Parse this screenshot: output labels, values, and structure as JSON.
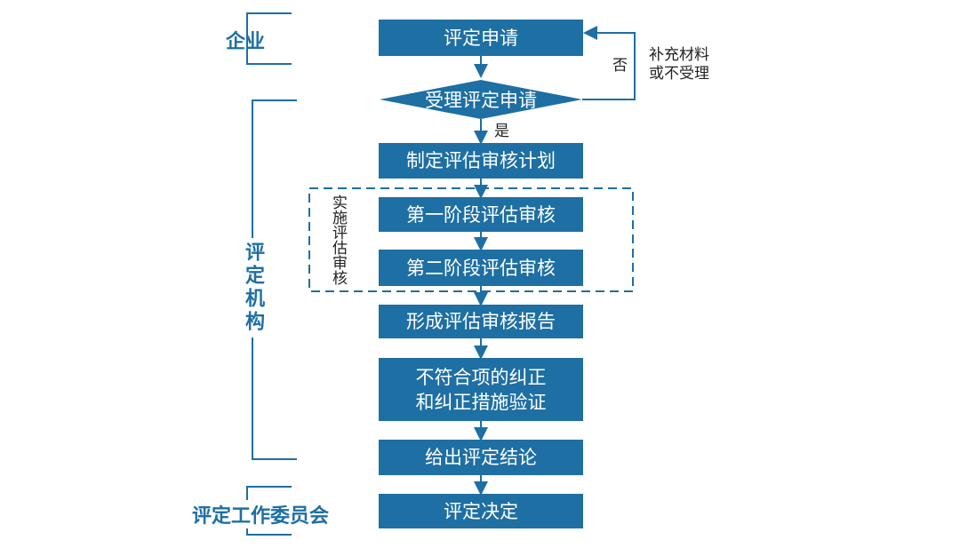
{
  "groups": {
    "enterprise": "企业",
    "agency": "评定机构",
    "committee": "评定工作委员会"
  },
  "steps": {
    "apply": "评定申请",
    "accept": "受理评定申请",
    "plan": "制定评估审核计划",
    "stage1": "第一阶段评估审核",
    "stage2": "第二阶段评估审核",
    "report": "形成评估审核报告",
    "correction_line1": "不符合项的纠正",
    "correction_line2": "和纠正措施验证",
    "conclusion": "给出评定结论",
    "decision": "评定决定"
  },
  "branches": {
    "no": "否",
    "yes": "是",
    "no_action_line1": "补充材料",
    "no_action_line2": "或不受理"
  },
  "audit_block_label": "实施评估审核",
  "colors": {
    "box_fill": "#1e6fa3",
    "accent_text": "#1e6fa3",
    "connector": "#1e6fa3"
  }
}
